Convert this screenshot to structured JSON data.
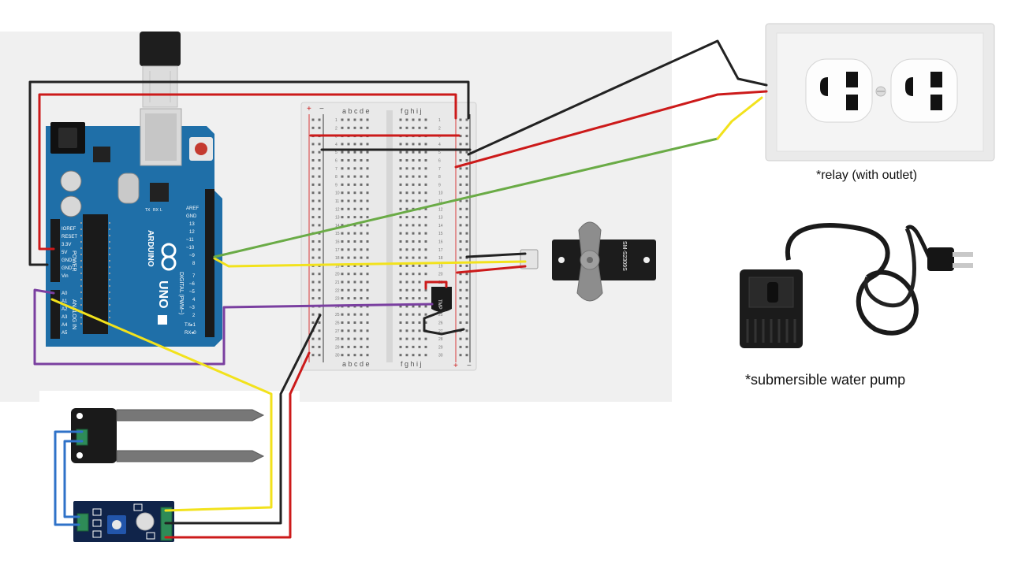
{
  "captions": {
    "relay": "*relay (with outlet)",
    "pump": "*submersible water pump"
  },
  "arduino": {
    "brand": "ARDUINO",
    "model": "UNO",
    "power_header": [
      "IOREF",
      "RESET",
      "3.3V",
      "5V",
      "GND",
      "GND",
      "Vin"
    ],
    "power_label": "POWER",
    "analog_header": [
      "A0",
      "A1",
      "A2",
      "A3",
      "A4",
      "A5"
    ],
    "analog_label": "ANALOG IN",
    "digital_header": [
      "AREF",
      "GND",
      "13",
      "12",
      "~11",
      "~10",
      "~9",
      "8",
      "7",
      "~6",
      "~5",
      "4",
      "~3",
      "2",
      "TX▸1",
      "RX◂0"
    ],
    "digital_label": "DIGITAL (PWM~)",
    "led_labels": [
      "TX",
      "RX",
      "L"
    ]
  },
  "breadboard": {
    "rail_plus": "+",
    "rail_minus": "−",
    "cols_left": "a b c d e",
    "cols_right": "f g h i j",
    "row_numbers": [
      "1",
      "2",
      "3",
      "4",
      "5",
      "6",
      "7",
      "8",
      "9",
      "10",
      "11",
      "12",
      "13",
      "14",
      "15",
      "16",
      "17",
      "18",
      "19",
      "20",
      "21",
      "22",
      "23",
      "24",
      "25",
      "26",
      "27",
      "28",
      "29",
      "30"
    ]
  },
  "temp_sensor": {
    "label": "TMP"
  },
  "servo": {
    "label": "SM-S2309S"
  },
  "colors": {
    "black_wire": "#222222",
    "red_wire": "#cc1a1a",
    "yellow_wire": "#f2e21c",
    "green_wire": "#6aab46",
    "purple_wire": "#7a3fa0",
    "blue_wire": "#2f72c8",
    "board_blue": "#1f6fa8"
  }
}
